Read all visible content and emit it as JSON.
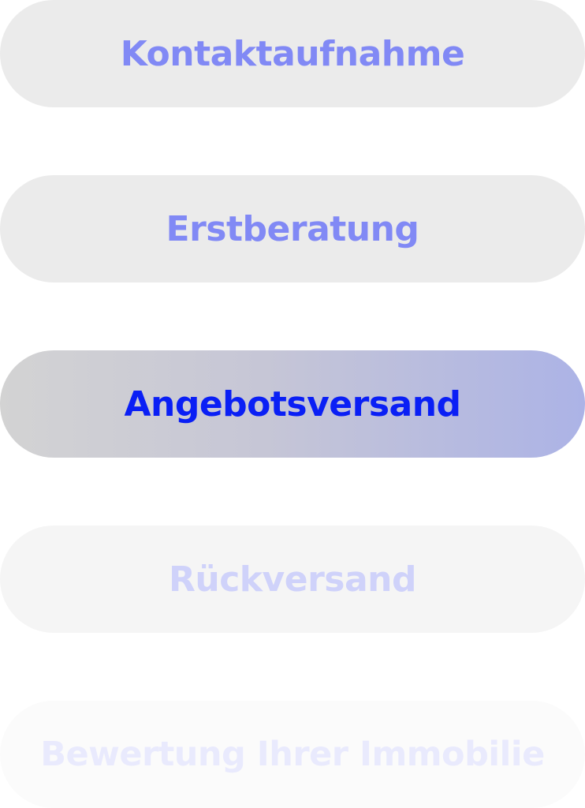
{
  "steps": [
    {
      "label": "Kontaktaufnahme",
      "state": "inactive"
    },
    {
      "label": "Erstberatung",
      "state": "inactive"
    },
    {
      "label": "Angebotsversand",
      "state": "active"
    },
    {
      "label": "Rückversand",
      "state": "faded"
    },
    {
      "label": "Bewertung Ihrer Immobilie",
      "state": "faded"
    }
  ],
  "colors": {
    "pill_bg": "#ebebeb",
    "inactive_text": "#8189f5",
    "active_text": "#0a1ff5",
    "active_gradient_end": "#acb3e6",
    "faded_text": "#cfd2fa"
  }
}
